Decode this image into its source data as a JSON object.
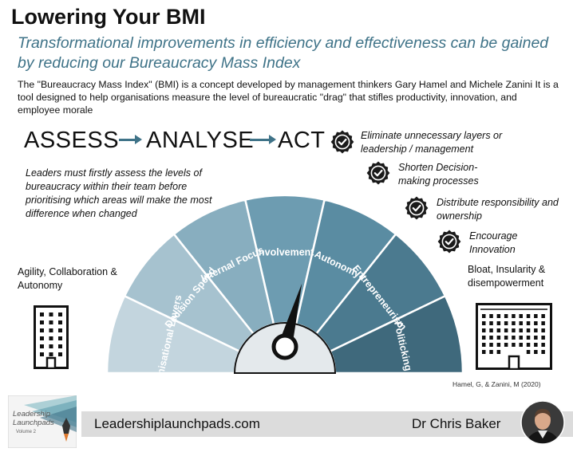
{
  "header": {
    "title": "Lowering Your BMI",
    "subtitle": "Transformational improvements in efficiency and effectiveness can be gained by reducing our Bureaucracy Mass Index",
    "intro": "The \"Bureaucracy Mass Index\" (BMI) is a concept developed by management thinkers Gary Hamel and Michele Zanini It is a tool designed to help organisations measure the level of bureaucratic \"drag\" that stifles productivity, innovation, and employee morale"
  },
  "steps": [
    "ASSESS",
    "ANALYSE",
    "ACT"
  ],
  "assess_note": "Leaders must firstly assess the levels of bureaucracy within their team before prioritising which areas will make the most difference  when changed",
  "actions": [
    "Eliminate unnecessary layers or leadership / management",
    "Shorten Decision-making processes",
    "Distribute responsibility and ownership",
    "Encourage Innovation"
  ],
  "gauge": {
    "segments": [
      {
        "label": "Organisational Layers",
        "color": "#c3d5de"
      },
      {
        "label": "Decision Speed",
        "color": "#a6c2cf"
      },
      {
        "label": "Internal Focus",
        "color": "#88aebf"
      },
      {
        "label": "Involvement",
        "color": "#6d9cb1"
      },
      {
        "label": "Autonomy",
        "color": "#5a8ca2"
      },
      {
        "label": "Entrepreneurism",
        "color": "#4b7a8f"
      },
      {
        "label": "Politicking",
        "color": "#3f697c"
      }
    ],
    "hub_color": "#e4e9ec",
    "needle_color": "#111111"
  },
  "left_label": "Agility, Collaboration & Autonomy",
  "right_label": "Bloat, Insularity & disempowerment",
  "citation": "Hamel, G, & Zanini, M (2020)",
  "footer": {
    "site": "Leadershiplaunchpads.com",
    "author": "Dr Chris Baker",
    "book_title": "Leadership Launchpads",
    "book_volume": "Volume 2"
  },
  "colors": {
    "accent": "#3f7388",
    "footer_bg": "#dcdcdc"
  }
}
